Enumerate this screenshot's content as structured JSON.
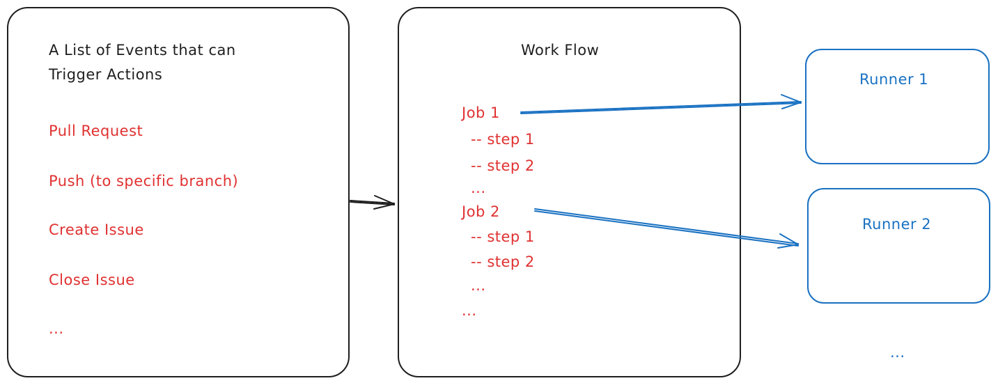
{
  "events_panel": {
    "title_line1": "A List of Events that can",
    "title_line2": "Trigger Actions",
    "events": [
      "Pull Request",
      "Push (to specific branch)",
      "Create Issue",
      "Close Issue",
      "..."
    ]
  },
  "workflow_panel": {
    "title": "Work Flow",
    "jobs": [
      {
        "name": "Job 1",
        "steps": [
          "-- step 1",
          "-- step 2",
          "..."
        ]
      },
      {
        "name": "Job 2",
        "steps": [
          "-- step 1",
          "-- step 2",
          "..."
        ]
      }
    ],
    "trailing": "..."
  },
  "runners": [
    {
      "label": "Runner 1"
    },
    {
      "label": "Runner 2"
    }
  ],
  "runners_more": "...",
  "colors": {
    "stroke": "#1e1e1e",
    "event_text": "#e03131",
    "runner": "#1971c2"
  }
}
